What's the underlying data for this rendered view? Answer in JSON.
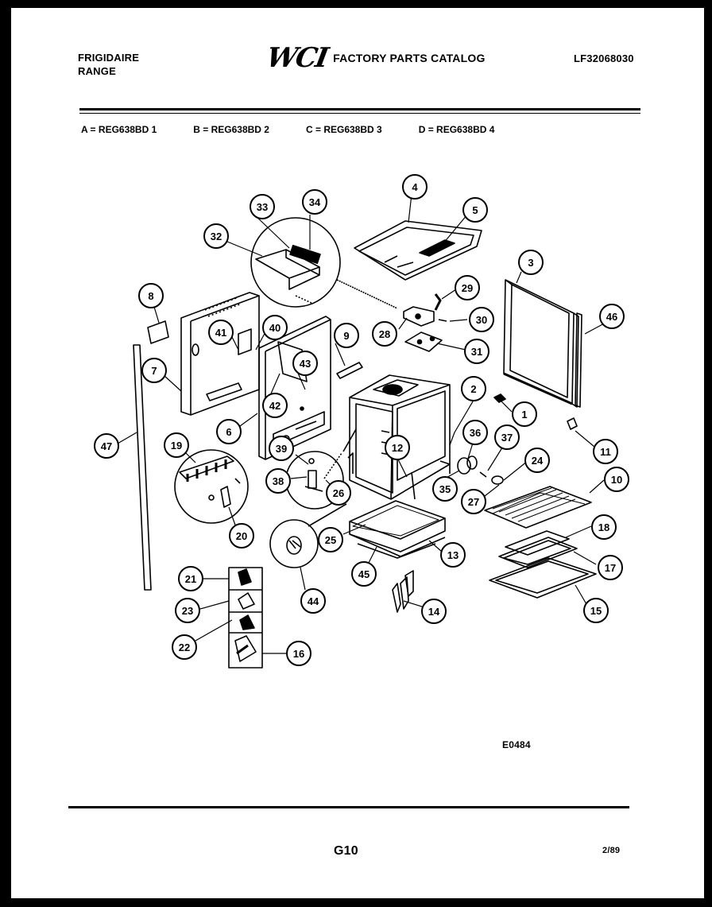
{
  "header": {
    "brand": "FRIGIDAIRE",
    "product": "RANGE",
    "logo_text": "WCI",
    "catalog_title": "FACTORY PARTS CATALOG",
    "catalog_number": "LF32068030"
  },
  "models": [
    "A = REG638BD 1",
    "B = REG638BD 2",
    "C = REG638BD 3",
    "D = REG638BD 4"
  ],
  "callouts": [
    "1",
    "2",
    "3",
    "4",
    "5",
    "6",
    "7",
    "8",
    "9",
    "10",
    "11",
    "12",
    "13",
    "14",
    "15",
    "16",
    "17",
    "18",
    "19",
    "20",
    "21",
    "22",
    "23",
    "24",
    "25",
    "26",
    "27",
    "28",
    "29",
    "30",
    "31",
    "32",
    "33",
    "34",
    "35",
    "36",
    "37",
    "38",
    "39",
    "40",
    "41",
    "42",
    "43",
    "44",
    "45",
    "46",
    "47"
  ],
  "footer": {
    "diagram_code": "E0484",
    "page_number": "G10",
    "date_code": "2/89"
  }
}
